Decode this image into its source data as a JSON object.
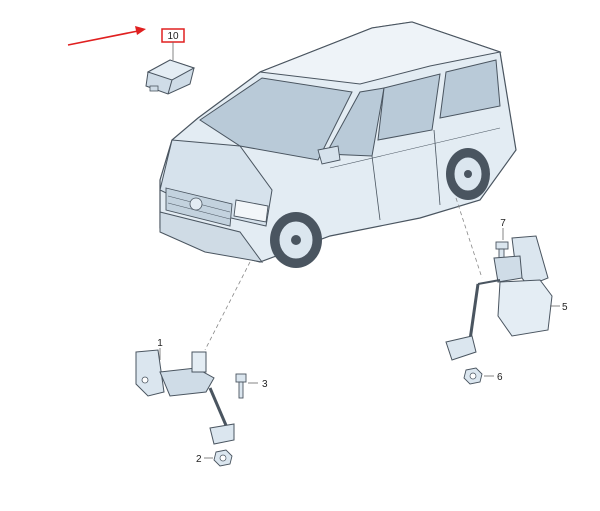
{
  "callouts": {
    "part_1": "1",
    "part_2": "2",
    "part_3": "3",
    "part_5": "5",
    "part_6": "6",
    "part_7": "7",
    "part_10": "10"
  },
  "colors": {
    "highlight": "#e02020",
    "part_fill": "#dbe6ef",
    "part_stroke": "#4a5560",
    "vehicle_fill": "#e3ecf3",
    "glass_fill": "#b9cad8"
  },
  "icons": {
    "pointer": "red-arrow-icon",
    "callout_box": "red-box-icon"
  }
}
